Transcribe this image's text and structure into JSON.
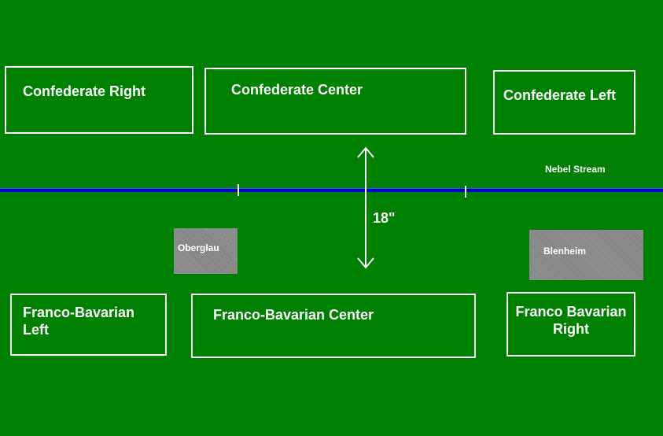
{
  "units": {
    "confederate_right": "Confederate Right",
    "confederate_center": "Confederate Center",
    "confederate_left": "Confederate Left",
    "franco_bavarian_left": "Franco-Bavarian\nLeft",
    "franco_bavarian_center": "Franco-Bavarian Center",
    "franco_bavarian_right": "Franco Bavarian\nRight"
  },
  "towns": {
    "oberglau": "Oberglau",
    "blenheim": "Blenheim"
  },
  "terrain": {
    "stream": "Nebel Stream"
  },
  "distance": "18\"",
  "colors": {
    "field": "#008000",
    "river": "#0000cc",
    "town": "#8a8a8a",
    "outline": "#ffffff"
  }
}
